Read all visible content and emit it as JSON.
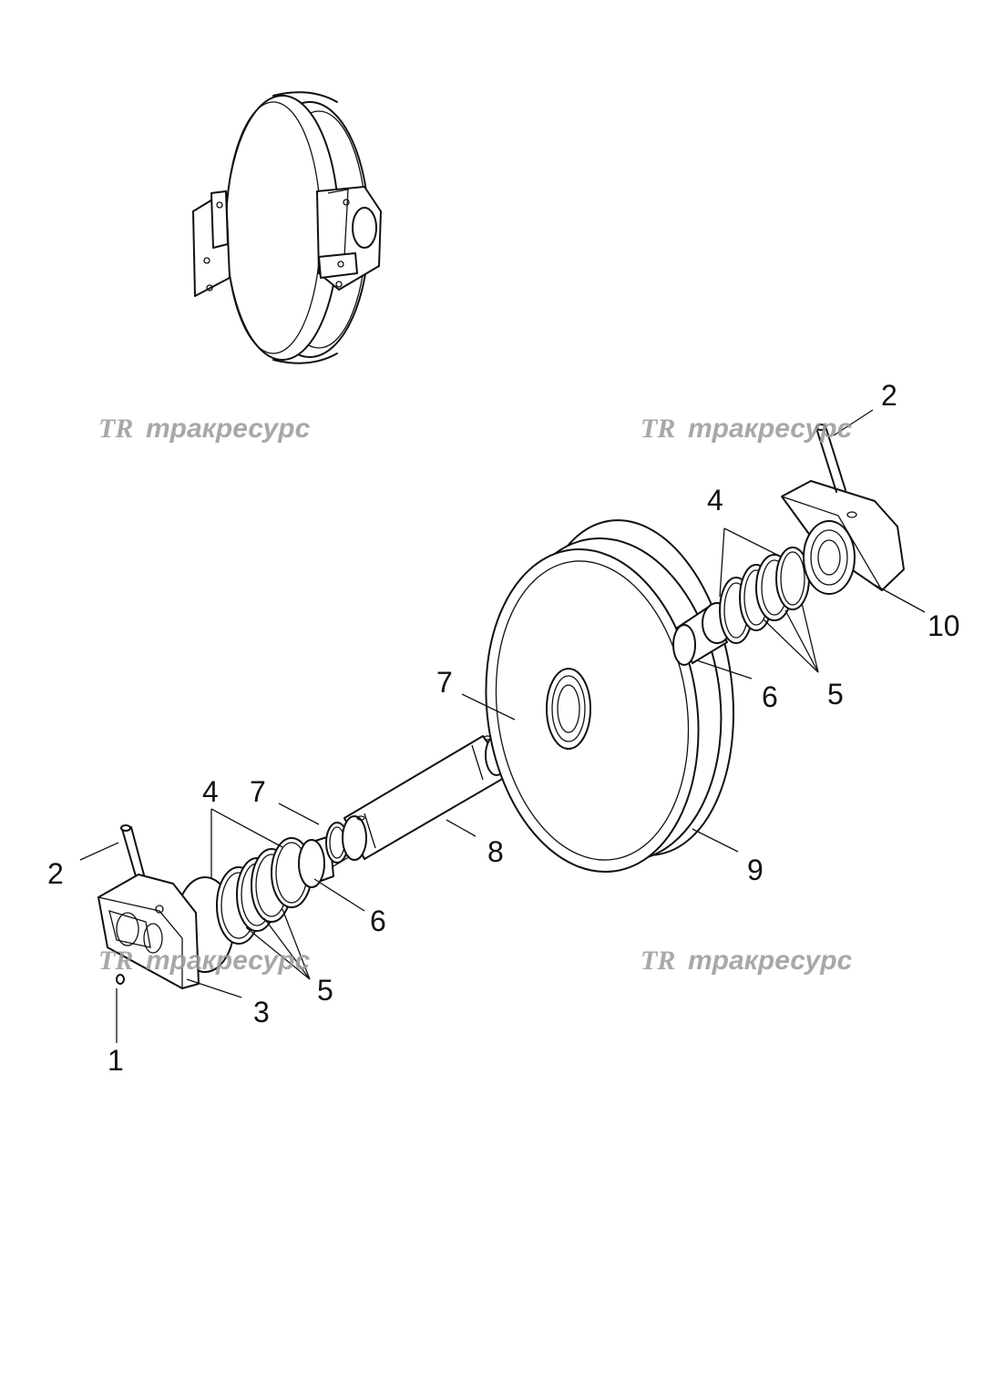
{
  "watermark": {
    "logo": "TR",
    "text": "тракресурс"
  },
  "callouts": {
    "c1": "1",
    "c2_left": "2",
    "c2_right": "2",
    "c3": "3",
    "c4_left": "4",
    "c4_right": "4",
    "c5_left": "5",
    "c5_right": "5",
    "c6_left": "6",
    "c6_right": "6",
    "c7_left": "7",
    "c7_center": "7",
    "c8": "8",
    "c9": "9",
    "c10": "10"
  }
}
